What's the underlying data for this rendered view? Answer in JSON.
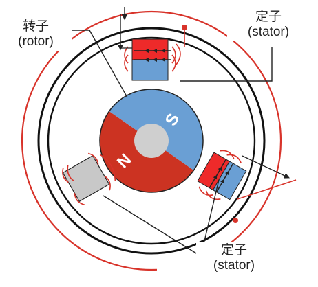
{
  "labels": {
    "rotor_cn": "转子",
    "rotor_en": "(rotor)",
    "stator_top_cn": "定子",
    "stator_top_en": "(stator)",
    "stator_bottom_cn": "定子",
    "stator_bottom_en": "(stator)",
    "pole_north": "N",
    "pole_south": "S"
  },
  "colors": {
    "outer_circuit": "#d8332a",
    "housing_ring": "#111111",
    "north_pole": "#cc3322",
    "south_pole": "#6a9fd4",
    "hub": "#cfcfcf",
    "stator_red": "#ee2a2a",
    "stator_blue": "#6a9fd4",
    "stator_gray": "#c8c8c8",
    "winding": "#d8332a",
    "leader_line": "#222222"
  },
  "icons": {
    "current_direction": "arrow-icon",
    "terminal": "dot-icon"
  }
}
